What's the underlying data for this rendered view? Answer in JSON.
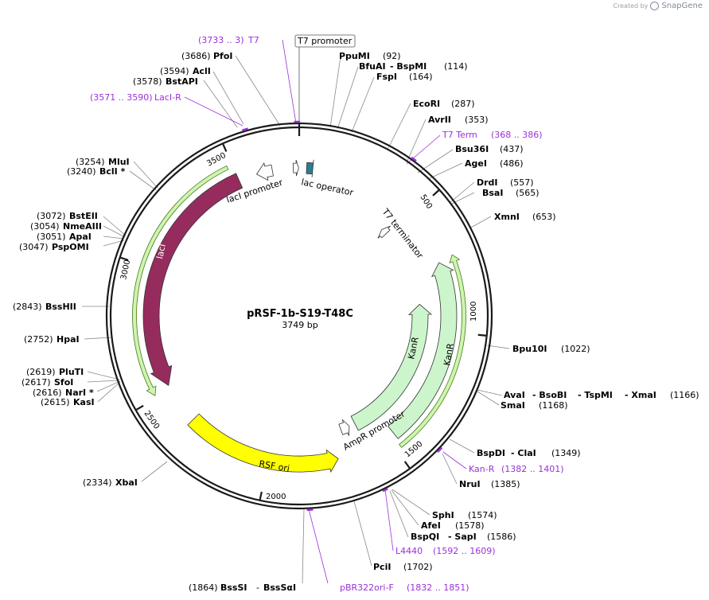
{
  "watermark": {
    "prefix": "Created by",
    "brand": "SnapGene"
  },
  "plasmid": {
    "name": "pRSF-1b-S19-T48C",
    "size_label": "3749 bp",
    "length": 3749
  },
  "colors": {
    "backbone": "#1a1a1a",
    "lacI": "#962c5e",
    "lacI_promoter": "#ffffff",
    "lac_operator": "#2b7d8f",
    "promoter_green": "#ccf5cc",
    "kanR": "#ccf5cc",
    "rsf_ori": "#ffff00",
    "primer": "#9b30d9",
    "outline": "#333333"
  },
  "tick_labels": [
    "500",
    "1000",
    "1500",
    "2000",
    "2500",
    "3000",
    "3500"
  ],
  "features": [
    {
      "name": "lacI promoter",
      "label": "lacI promoter"
    },
    {
      "name": "lac operator",
      "label": "lac operator"
    },
    {
      "name": "T7 terminator",
      "label": "T7 terminator"
    },
    {
      "name": "lacI",
      "label": "lacI"
    },
    {
      "name": "KanR",
      "label": "KanR"
    },
    {
      "name": "KanR2",
      "label": "KanR"
    },
    {
      "name": "RSF ori",
      "label": "RSF ori"
    },
    {
      "name": "AmpR promoter",
      "label": "AmpR promoter"
    }
  ],
  "boxed_label": {
    "name": "T7 promoter",
    "label": "T7 promoter"
  },
  "labels": [
    {
      "name": "(3733 .. 3)",
      "pos": "",
      "purple": true
    },
    {
      "name": "T7",
      "pos": "",
      "purple": true
    },
    {
      "name": "PfoI",
      "pos": "(3686)"
    },
    {
      "name": "AclI",
      "pos": "(3594)"
    },
    {
      "name": "BstAPI",
      "pos": "(3578)"
    },
    {
      "name": "(3571 .. 3590)",
      "pos": "",
      "purple": true
    },
    {
      "name": "LacI-R",
      "pos": "",
      "purple": true
    },
    {
      "name": "MluI",
      "pos": "(3254)"
    },
    {
      "name": "BclI *",
      "pos": "(3240)"
    },
    {
      "name": "BstEII",
      "pos": "(3072)"
    },
    {
      "name": "NmeAIII",
      "pos": "(3054)"
    },
    {
      "name": "ApaI",
      "pos": "(3051)"
    },
    {
      "name": "PspOMI",
      "pos": "(3047)"
    },
    {
      "name": "BssHII",
      "pos": "(2843)"
    },
    {
      "name": "HpaI",
      "pos": "(2752)"
    },
    {
      "name": "PluTI",
      "pos": "(2619)"
    },
    {
      "name": "SfoI",
      "pos": "(2617)"
    },
    {
      "name": "NarI *",
      "pos": "(2616)"
    },
    {
      "name": "KasI",
      "pos": "(2615)"
    },
    {
      "name": "XbaI",
      "pos": "(2334)"
    },
    {
      "name": "BssSI",
      "pos": "(1864)"
    },
    {
      "name": "-",
      "pos": ""
    },
    {
      "name": "BssSαI",
      "pos": ""
    },
    {
      "name": "PpuMI",
      "pos": "(92)"
    },
    {
      "name": "BfuAI",
      "pos": ""
    },
    {
      "name": "-  BspMI",
      "pos": "(114)"
    },
    {
      "name": "FspI",
      "pos": "(164)"
    },
    {
      "name": "EcoRI",
      "pos": "(287)"
    },
    {
      "name": "AvrII",
      "pos": "(353)"
    },
    {
      "name": "T7 Term",
      "pos": "",
      "purple": true
    },
    {
      "name": "(368 .. 386)",
      "pos": "",
      "purple": true
    },
    {
      "name": "Bsu36I",
      "pos": "(437)"
    },
    {
      "name": "AgeI",
      "pos": "(486)"
    },
    {
      "name": "DrdI",
      "pos": "(557)"
    },
    {
      "name": "BsaI",
      "pos": "(565)"
    },
    {
      "name": "XmnI",
      "pos": "(653)"
    },
    {
      "name": "Bpu10I",
      "pos": "(1022)"
    },
    {
      "name": "AvaI",
      "pos": ""
    },
    {
      "name": "-  BsoBI",
      "pos": ""
    },
    {
      "name": "-  TspMI",
      "pos": ""
    },
    {
      "name": "-  XmaI",
      "pos": "(1166)"
    },
    {
      "name": "SmaI",
      "pos": "(1168)"
    },
    {
      "name": "BspDI",
      "pos": ""
    },
    {
      "name": "-  ClaI",
      "pos": "(1349)"
    },
    {
      "name": "Kan-R",
      "pos": "",
      "purple": true
    },
    {
      "name": "(1382 .. 1401)",
      "pos": "",
      "purple": true
    },
    {
      "name": "NruI",
      "pos": "(1385)"
    },
    {
      "name": "SphI",
      "pos": "(1574)"
    },
    {
      "name": "AfeI",
      "pos": "(1578)"
    },
    {
      "name": "BspQI",
      "pos": ""
    },
    {
      "name": "-  SapI",
      "pos": "(1586)"
    },
    {
      "name": "L4440",
      "pos": "",
      "purple": true
    },
    {
      "name": "(1592 .. 1609)",
      "pos": "",
      "purple": true
    },
    {
      "name": "PciI",
      "pos": "(1702)"
    },
    {
      "name": "pBR322ori-F",
      "pos": "",
      "purple": true
    },
    {
      "name": "(1832 .. 1851)",
      "pos": "",
      "purple": true
    }
  ]
}
